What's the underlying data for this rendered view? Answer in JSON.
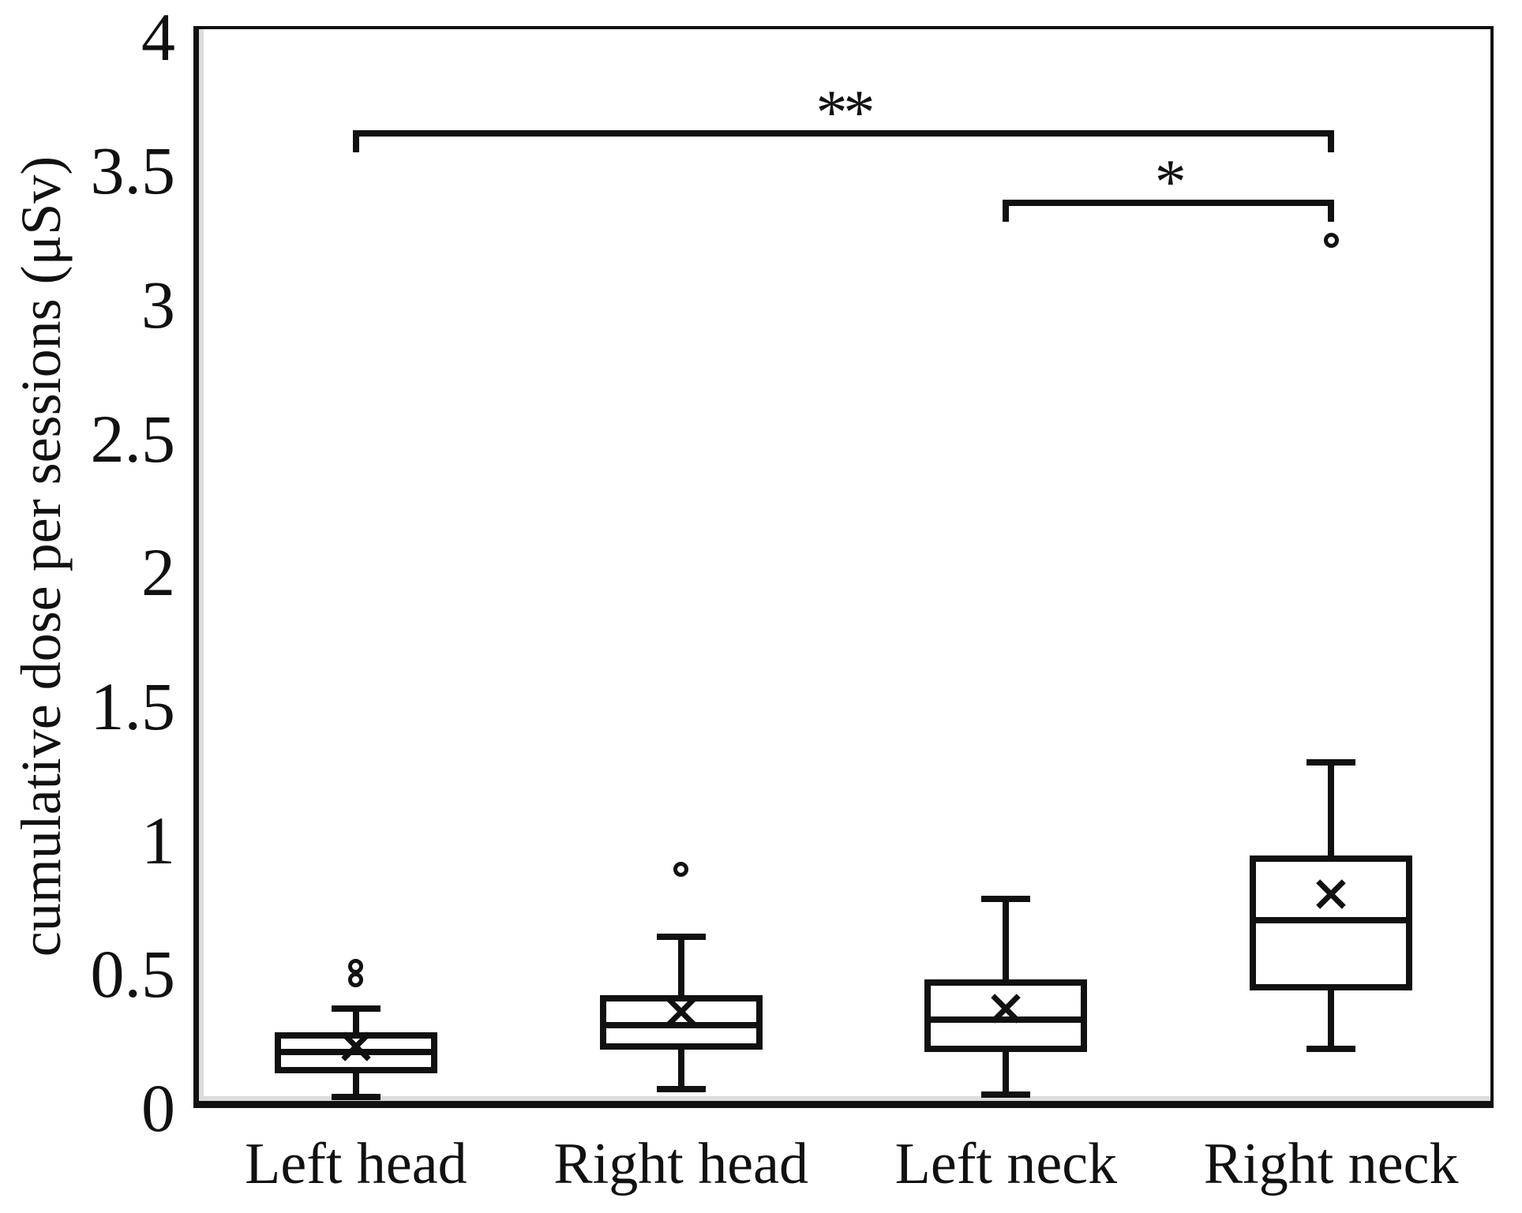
{
  "colors": {
    "ink": "#111111",
    "background": "#ffffff",
    "frame_shadow": "#dcdcdc"
  },
  "chart_data": {
    "type": "boxplot",
    "title": "",
    "xlabel": "",
    "ylabel": "cumulative dose per sessions (μSv)",
    "categories": [
      "Left head",
      "Right head",
      "Left neck",
      "Right neck"
    ],
    "series": [
      {
        "category": "Left head",
        "whisker_low": 0.04,
        "q1": 0.14,
        "median": 0.21,
        "mean": 0.23,
        "q3": 0.27,
        "whisker_high": 0.37,
        "outliers": [
          0.48,
          0.53
        ]
      },
      {
        "category": "Right head",
        "whisker_low": 0.07,
        "q1": 0.23,
        "median": 0.31,
        "mean": 0.36,
        "q3": 0.41,
        "whisker_high": 0.64,
        "outliers": [
          0.89
        ]
      },
      {
        "category": "Left neck",
        "whisker_low": 0.05,
        "q1": 0.22,
        "median": 0.33,
        "mean": 0.37,
        "q3": 0.47,
        "whisker_high": 0.78,
        "outliers": []
      },
      {
        "category": "Right neck",
        "whisker_low": 0.22,
        "q1": 0.45,
        "median": 0.7,
        "mean": 0.8,
        "q3": 0.93,
        "whisker_high": 1.29,
        "outliers": [
          3.24
        ]
      }
    ],
    "yticks": [
      0,
      0.5,
      1,
      1.5,
      2,
      2.5,
      3,
      3.5,
      4
    ],
    "ytick_labels": [
      "0",
      "0.5",
      "1",
      "1.5",
      "2",
      "2.5",
      "3",
      "3.5",
      "4"
    ],
    "ylim": [
      0,
      4.04
    ],
    "grid": false,
    "legend": null,
    "annotations": [
      {
        "label": "**",
        "from": "Left head",
        "to": "Right neck",
        "y": 3.64
      },
      {
        "label": "*",
        "from": "Left neck",
        "to": "Right neck",
        "y": 3.38
      }
    ]
  }
}
